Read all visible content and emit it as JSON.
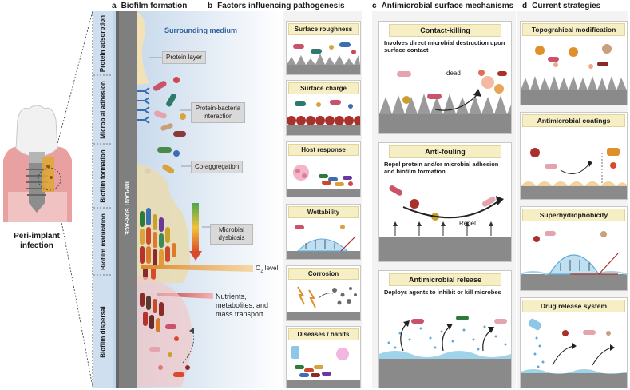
{
  "figure": {
    "left_label": "Peri-implant infection",
    "sections": [
      {
        "letter": "a",
        "title": "Biofilm formation"
      },
      {
        "letter": "b",
        "title": "Factors influencing pathogenesis"
      },
      {
        "letter": "c",
        "title": "Antimicrobial surface mechanisms"
      },
      {
        "letter": "d",
        "title": "Current strategies"
      }
    ]
  },
  "panel_a": {
    "medium_label": "Surrounding medium",
    "implant_label": "IMPLANT SURFACE",
    "stages": [
      "Protein adsorption",
      "Microbial adhesion",
      "Biofilm formation",
      "Biofilm maturation",
      "Biofilm dispersal"
    ],
    "callouts": {
      "protein_layer": "Protein layer",
      "protein_bacteria": "Protein-bacteria interaction",
      "co_aggregation": "Co-aggregation",
      "dysbiosis": "Microbial dysbiosis",
      "o2_prefix": "O",
      "o2_sub": "2",
      "o2_suffix": " level",
      "nutrients": "Nutrients, metabolites, and mass transport"
    }
  },
  "panel_b": {
    "factors": [
      "Surface roughness",
      "Surface charge",
      "Host response",
      "Wettability",
      "Corrosion",
      "Diseases / habits"
    ]
  },
  "panel_c": {
    "mechanisms": [
      {
        "title": "Contact-killing",
        "desc": "Involves direct microbial destruction upon surface contact",
        "annotation": "dead"
      },
      {
        "title": "Anti-fouling",
        "desc": "Repel protein and/or microbial adhesion and biofilm formation",
        "annotation": "Repel"
      },
      {
        "title": "Antimicrobial release",
        "desc": "Deploys agents to inhibit or kill microbes",
        "annotation": ""
      }
    ]
  },
  "panel_d": {
    "strategies": [
      "Topograhical modification",
      "Antimicrobial coatings",
      "Superhydrophobicity",
      "Drug release system"
    ]
  },
  "colors": {
    "header_fill": "#f6eec5",
    "implant_grey": "#7f7f7f",
    "gum_pink": "#e8a0a0",
    "medium_blue": "#c5d8ea",
    "tooth_white": "#f1f1f1",
    "accent_red": "#c0392b"
  }
}
